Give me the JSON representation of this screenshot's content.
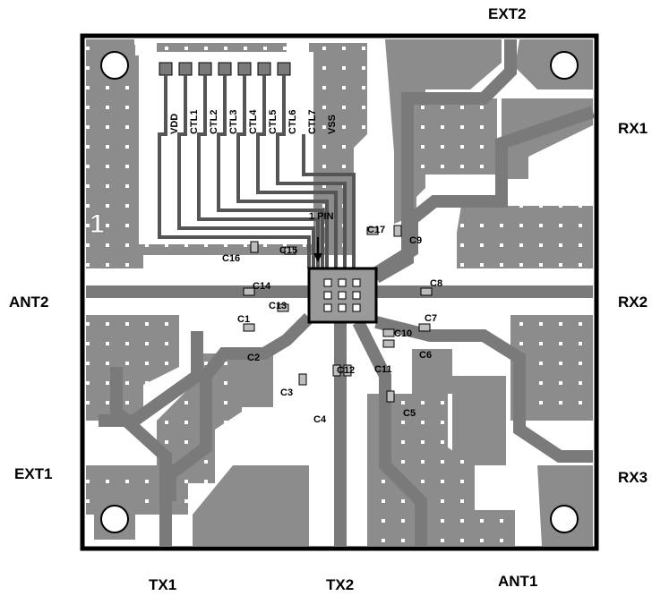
{
  "external_labels": {
    "ext2": "EXT2",
    "rx1": "RX1",
    "ant2": "ANT2",
    "rx2": "RX2",
    "ext1": "EXT1",
    "rx3": "RX3",
    "tx1": "TX1",
    "tx2": "TX2",
    "ant1": "ANT1"
  },
  "pin_labels": [
    "VDD",
    "CTL1",
    "CTL2",
    "CTL3",
    "CTL4",
    "CTL5",
    "CTL6",
    "CTL7",
    "VSS"
  ],
  "pin1_label": "1 PIN",
  "board_number": "1",
  "capacitor_labels": {
    "c1": "C1",
    "c2": "C2",
    "c3": "C3",
    "c4": "C4",
    "c5": "C5",
    "c6": "C6",
    "c7": "C7",
    "c8": "C8",
    "c9": "C9",
    "c10": "C10",
    "c11": "C11",
    "c13": "C13",
    "c14": "C14",
    "c16": "C16",
    "c17": "C17",
    "c15": "C15",
    "c12": "C12"
  },
  "colors": {
    "board_border": "#000000",
    "ground_fill": "#8c8c8c",
    "trace_fill": "#7a7a7a",
    "gap": "#ffffff",
    "via_fill": "#ffffff",
    "chip_fill": "#9a9a9a"
  }
}
